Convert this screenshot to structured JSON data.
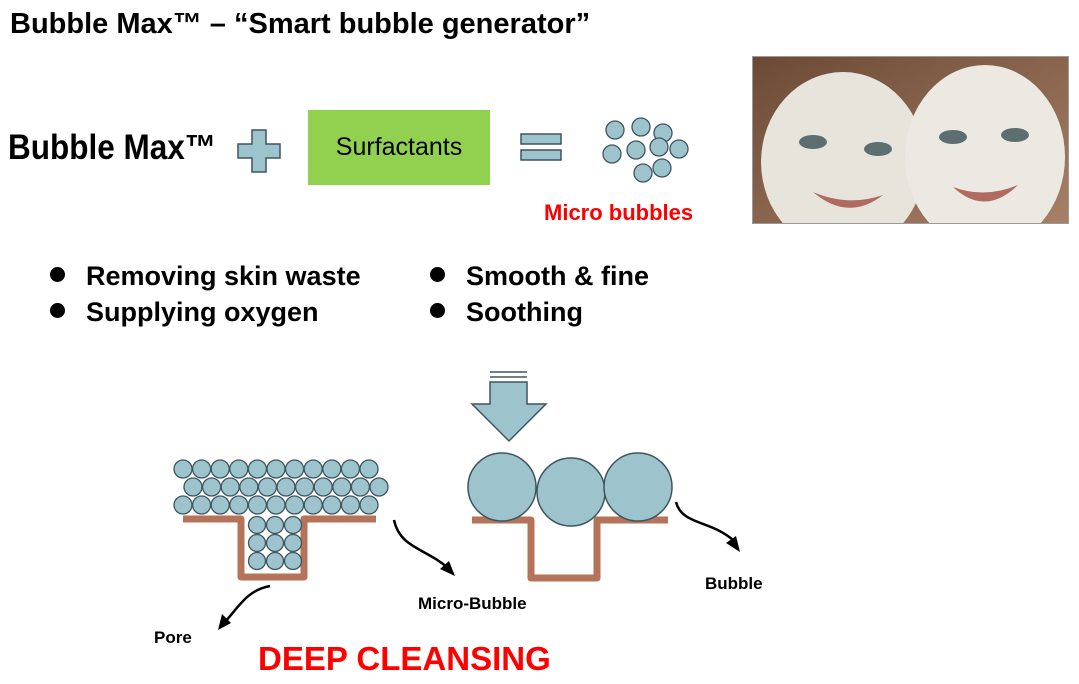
{
  "title": "Bubble Max™ – “Smart bubble generator”",
  "equation": {
    "brand": "Bubble Max™",
    "ingredient": "Surfactants",
    "result_label": "Micro bubbles"
  },
  "benefits": [
    "Removing skin waste",
    "Supplying oxygen",
    "Smooth & fine",
    "Soothing"
  ],
  "diagram": {
    "pore_label": "Pore",
    "micro_bubble_label": "Micro-Bubble",
    "bubble_label": "Bubble",
    "caption": "DEEP CLEANSING"
  },
  "colors": {
    "bubble_fill": "#9dc4cc",
    "bubble_stroke": "#3f5560",
    "skin": "#b5735a",
    "surfactant_box": "#92d050",
    "accent_red": "#ff0000",
    "arrow_fill": "#9dc4cc"
  }
}
